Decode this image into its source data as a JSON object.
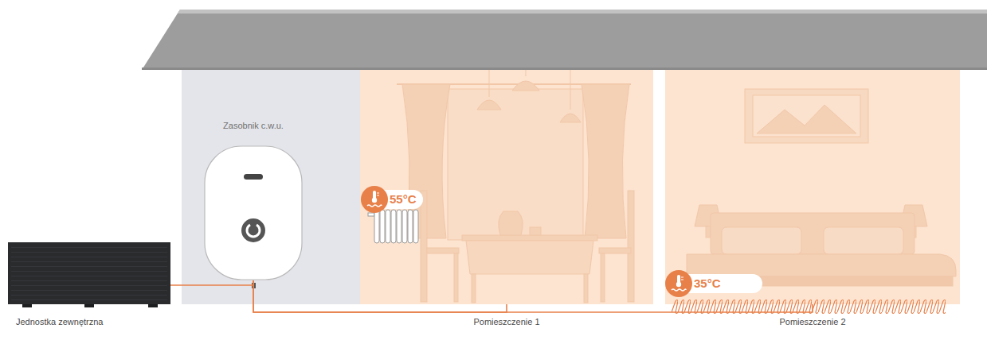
{
  "diagram": {
    "nodes": [
      {
        "text": [
          "Jednostka zewnętrzna"
        ]
      },
      {
        "text": [
          "Zasobnik c.w.u."
        ]
      },
      {
        "text": [
          "Pomieszczenie 1"
        ]
      },
      {
        "text": [
          "55°C"
        ],
        "in": 2
      },
      {
        "text": [
          "Pomieszczenie 2"
        ]
      },
      {
        "text": [
          "35°C"
        ],
        "in": 4
      }
    ],
    "edges": [
      {
        "from": 0,
        "to": 1,
        "arrow": "none"
      },
      {
        "from": 1,
        "to": 2,
        "arrow": "none"
      },
      {
        "from": 1,
        "to": 4,
        "arrow": "none"
      }
    ]
  }
}
